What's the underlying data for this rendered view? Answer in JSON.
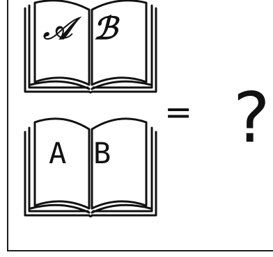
{
  "puzzle": {
    "top_book": {
      "left_glyph": "𝒜",
      "right_glyph": "ℬ"
    },
    "bottom_book": {
      "left_glyph": "A",
      "right_glyph": "B"
    },
    "equals_sign": "=",
    "question_mark": "?"
  }
}
